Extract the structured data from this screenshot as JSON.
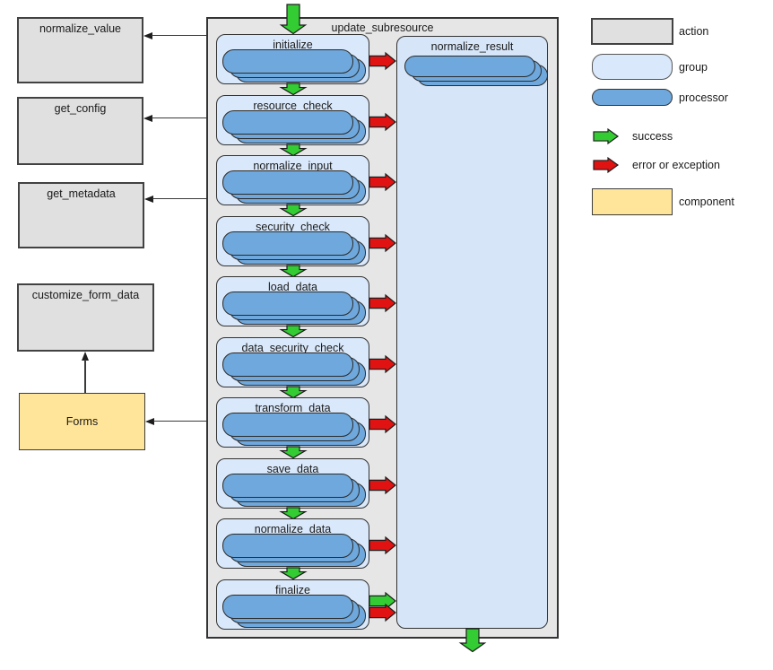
{
  "diagram": {
    "title": "update_subresource",
    "result_group_label": "normalize_result",
    "stages": [
      "initialize",
      "resource_check",
      "normalize_input",
      "security_check",
      "load_data",
      "data_security_check",
      "transform_data",
      "save_data",
      "normalize_data",
      "finalize"
    ],
    "action_boxes": [
      "normalize_value",
      "get_config",
      "get_metadata",
      "customize_form_data"
    ],
    "component_label": "Forms"
  },
  "legend": {
    "items": [
      {
        "key": "action",
        "label": "action"
      },
      {
        "key": "group",
        "label": "group"
      },
      {
        "key": "processor",
        "label": "processor"
      },
      {
        "key": "success",
        "label": "success"
      },
      {
        "key": "error",
        "label": "error or exception"
      },
      {
        "key": "component",
        "label": "component"
      }
    ]
  },
  "colors": {
    "container_fill": "#e6e6e6",
    "action_fill": "#e0e0e0",
    "group_fill": "#d9e8fa",
    "result_group_fill": "#d6e5f7",
    "processor_fill": "#6fa8dc",
    "component_fill": "#ffe599",
    "success_green": "#33cc33",
    "error_red": "#e01212"
  }
}
